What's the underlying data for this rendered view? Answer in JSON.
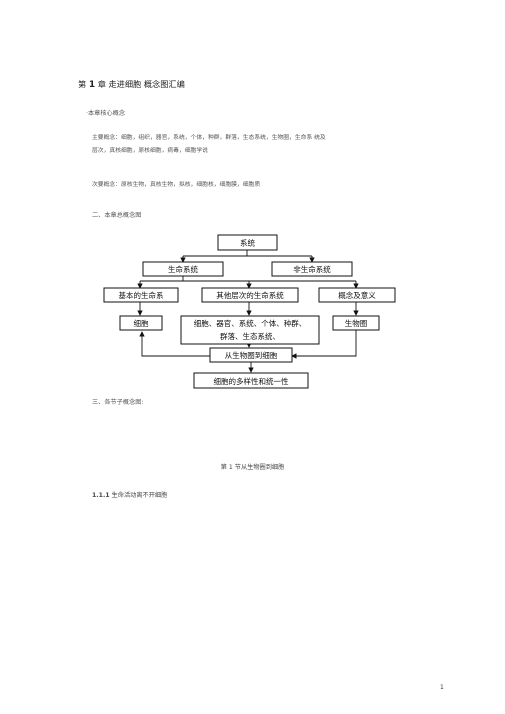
{
  "title_prefix": "第",
  "chapter_num": "1",
  "title_rest": "章  走进细胞  概念图汇编",
  "section1": "·本章核心概念",
  "main_concepts_line1": "主要概念：细胞，组织，器官，系统，个体，种群，群落，生态系统，生物圈，生命系  统及",
  "main_concepts_line2": "层次，真核细胞，原核细胞，病毒，细胞学说",
  "secondary_concepts": "次要概念：原核生物，真核生物，拟核，细胞核，细胞膜，细胞质",
  "section2": "二、本章总概念图",
  "section3": "三、各节子概念图:",
  "subsection_title": "第 1 节从生物圈到细胞",
  "sub1_num": "1.1.1",
  "sub1_text": "生命活动离不开细胞",
  "page_number": "1",
  "diagram": {
    "root": "系统",
    "level1_left": "生命系统",
    "level1_right": "非生命系统",
    "level2_a": "基本的生命系",
    "level2_b": "其他层次的生命系统",
    "level2_c": "概念及意义",
    "level3_a": "细胞",
    "level3_b_line1": "细胞、器官、系统、个体、种群、",
    "level3_b_line2": "群落、生态系统、",
    "level3_c": "生物圈",
    "middle": "从生物圈到细胞",
    "bottom": "细胞的多样性和统一性"
  }
}
